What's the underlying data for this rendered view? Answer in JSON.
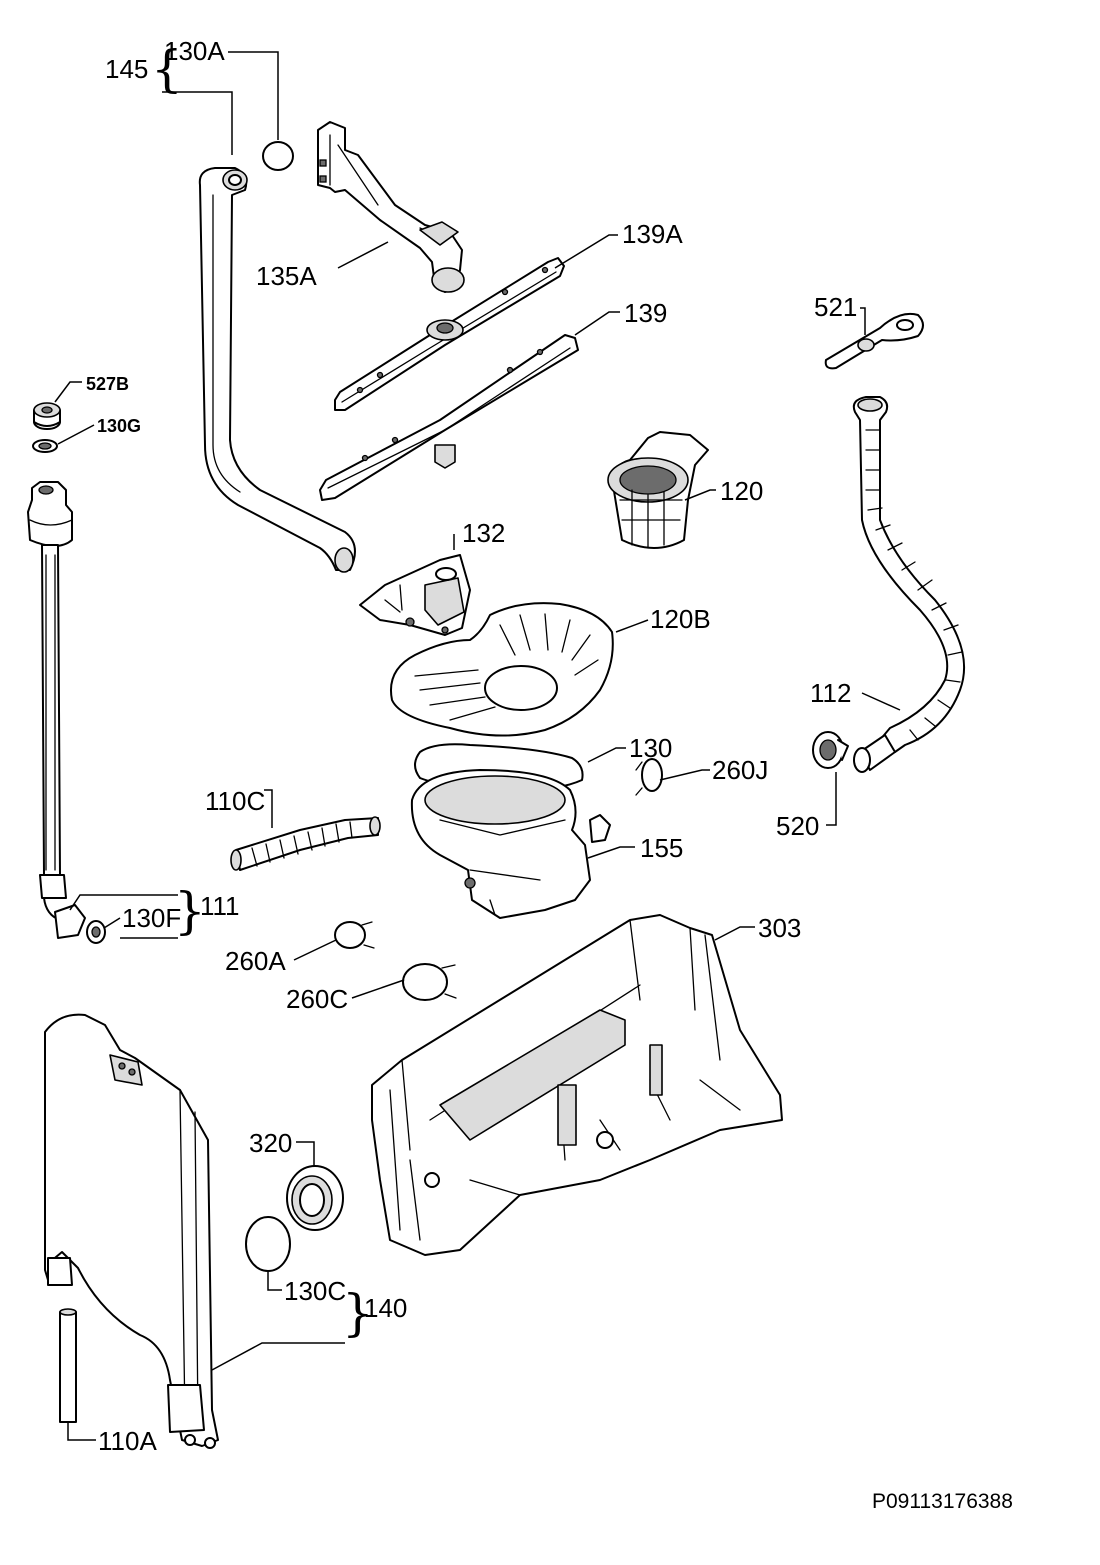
{
  "labels": {
    "l145": "145",
    "l130a": "130A",
    "l135a": "135A",
    "l139a": "139A",
    "l139": "139",
    "l521": "521",
    "l527b": "527B",
    "l130g": "130G",
    "l120": "120",
    "l132": "132",
    "l120b": "120B",
    "l112": "112",
    "l130": "130",
    "l260j": "260J",
    "l110c": "110C",
    "l155": "155",
    "l520": "520",
    "l111": "111",
    "l130f": "130F",
    "l303": "303",
    "l260a": "260A",
    "l260c": "260C",
    "l320": "320",
    "l130c": "130C",
    "l140": "140",
    "l110a": "110A"
  },
  "drawing_code": "P09113176388"
}
